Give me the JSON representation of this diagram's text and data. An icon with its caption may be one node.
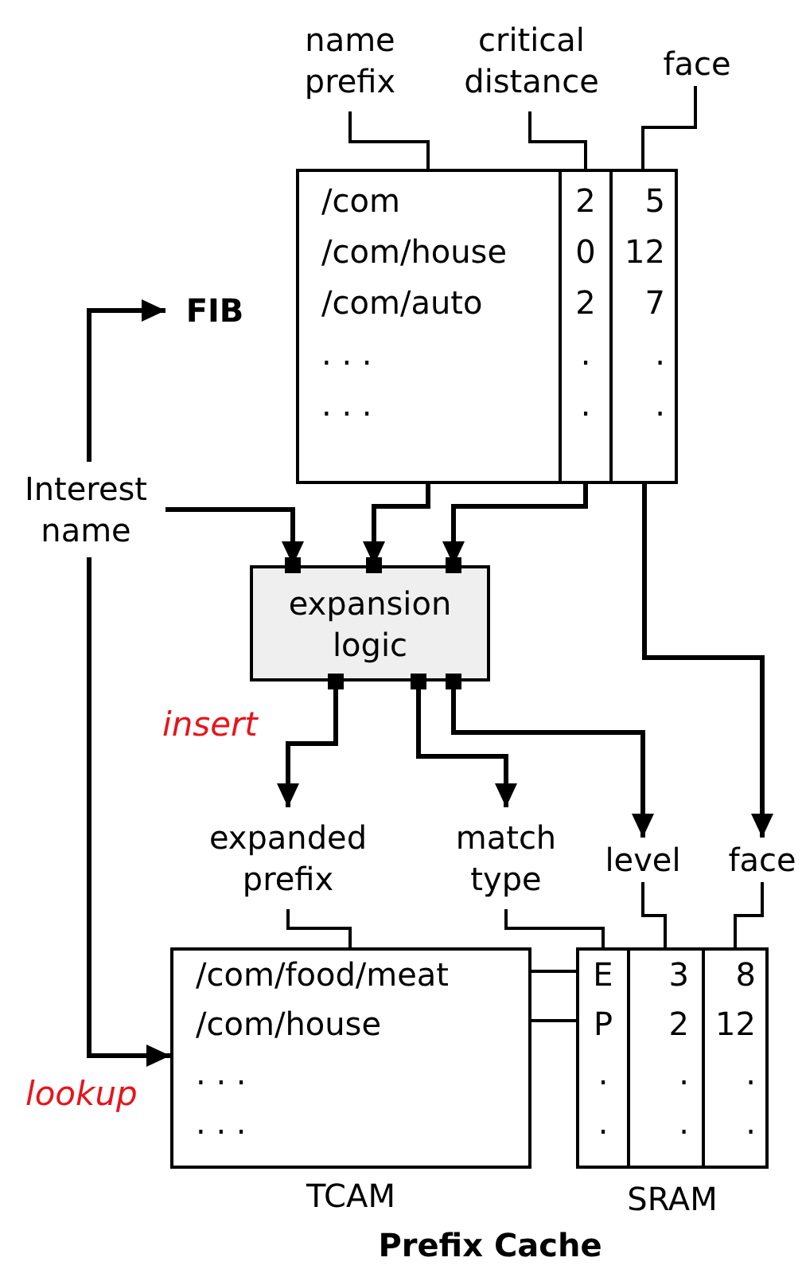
{
  "diagram": {
    "caption": "Prefix Cache",
    "nodes": [
      {
        "text": [
          "/com",
          "/com/house",
          "/com/auto",
          ". . .",
          ". . ."
        ]
      },
      {
        "text": [
          "2",
          "0",
          "2",
          ".",
          "."
        ]
      },
      {
        "text": [
          "5",
          "12",
          "7",
          ".",
          "."
        ]
      },
      {
        "text": [
          "name prefix"
        ]
      },
      {
        "text": [
          "critical distance"
        ]
      },
      {
        "text": [
          "face"
        ]
      },
      {
        "text": [
          "FIB"
        ]
      },
      {
        "text": [
          "Interest name"
        ]
      },
      {
        "text": [
          "expansion logic"
        ]
      },
      {
        "text": [
          "expanded prefix"
        ]
      },
      {
        "text": [
          "match type"
        ]
      },
      {
        "text": [
          "level"
        ]
      },
      {
        "text": [
          "face"
        ]
      },
      {
        "text": [
          "/com/food/meat",
          "/com/house",
          ". . .",
          ". . ."
        ],
        "beside": [
          "TCAM"
        ]
      },
      {
        "text": [
          "E",
          "P",
          ".",
          "."
        ]
      },
      {
        "text": [
          "3",
          "2",
          ".",
          "."
        ]
      },
      {
        "text": [
          "8",
          "12",
          ".",
          "."
        ]
      }
    ],
    "edges": [
      {
        "from": 7,
        "to": 6,
        "arrow": "to"
      },
      {
        "from": 7,
        "to": 8,
        "arrow": "to"
      },
      {
        "from": 0,
        "to": 8,
        "arrow": "to"
      },
      {
        "from": 1,
        "to": 8,
        "arrow": "to"
      },
      {
        "from": 2,
        "to": 12,
        "arrow": "to"
      },
      {
        "from": 8,
        "to": 9,
        "arrow": "to",
        "label": "insert"
      },
      {
        "from": 8,
        "to": 10,
        "arrow": "to"
      },
      {
        "from": 8,
        "to": 11,
        "arrow": "to"
      },
      {
        "from": 7,
        "to": 13,
        "arrow": "to",
        "label": "lookup"
      },
      {
        "from": 3,
        "to": 0,
        "arrow": "none"
      },
      {
        "from": 4,
        "to": 1,
        "arrow": "none"
      },
      {
        "from": 5,
        "to": 2,
        "arrow": "none"
      },
      {
        "from": 9,
        "to": 13,
        "arrow": "none"
      },
      {
        "from": 10,
        "to": 14,
        "arrow": "none"
      },
      {
        "from": 11,
        "to": 15,
        "arrow": "none"
      },
      {
        "from": 12,
        "to": 16,
        "arrow": "none"
      },
      {
        "from": 13,
        "to": 14,
        "arrow": "none"
      },
      {
        "from": 13,
        "to": 14,
        "arrow": "none"
      }
    ],
    "labels": [
      "SRAM"
    ]
  }
}
